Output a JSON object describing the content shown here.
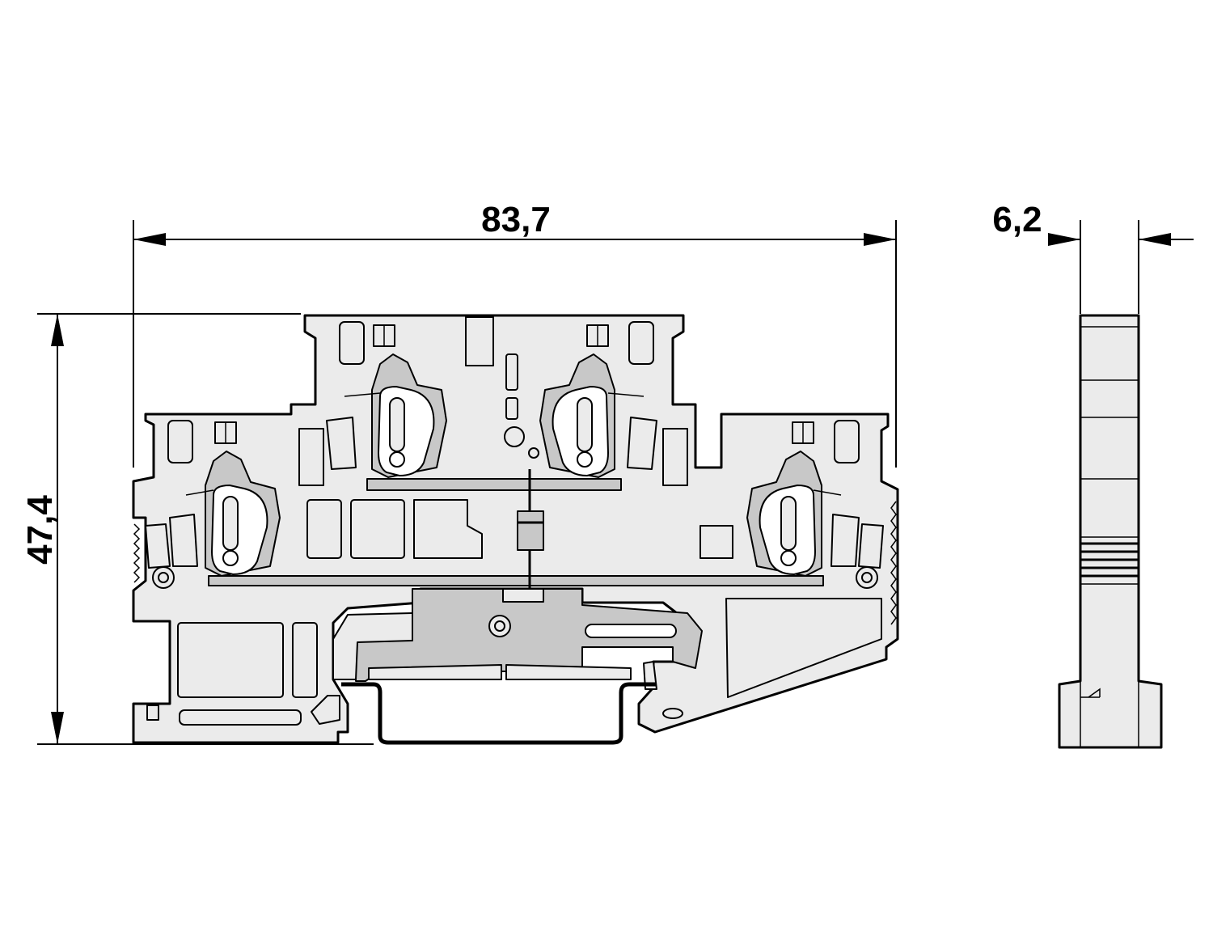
{
  "dimensions": {
    "length": "83,7",
    "height": "47,4",
    "width": "6,2"
  },
  "colors": {
    "line": "#000000",
    "housing_fill": "#ebebeb",
    "metal_fill": "#c8c8c8",
    "background": "#ffffff"
  }
}
